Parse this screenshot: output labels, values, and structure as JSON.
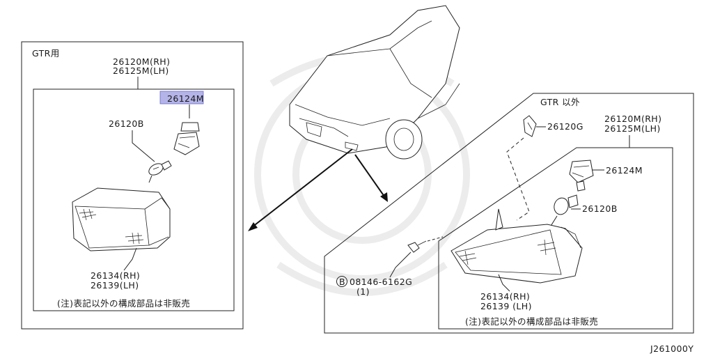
{
  "left_panel": {
    "title": "GTR用",
    "lamp_assy_rh": "26120M(RH)",
    "lamp_assy_lh": "26125M(LH)",
    "socket_part": "26124M",
    "bulb_part": "26120B",
    "lens_rh": "26134(RH)",
    "lens_lh": "26139(LH)",
    "note": "(注)表記以外の構成部品は非販売"
  },
  "right_panel": {
    "title": "GTR 以外",
    "clip_part": "26120G",
    "lamp_assy_rh": "26120M(RH)",
    "lamp_assy_lh": "26125M(LH)",
    "socket_part": "26124M",
    "bulb_part": "26120B",
    "screw_circle": "B",
    "screw_part": "08146-6162G",
    "screw_qty": "(1)",
    "lens_rh": "26134(RH)",
    "lens_lh": "26139 (LH)",
    "note": "(注)表記以外の構成部品は非販売"
  },
  "diagram_code": "J261000Y",
  "highlight_color": "#b4b4e8"
}
